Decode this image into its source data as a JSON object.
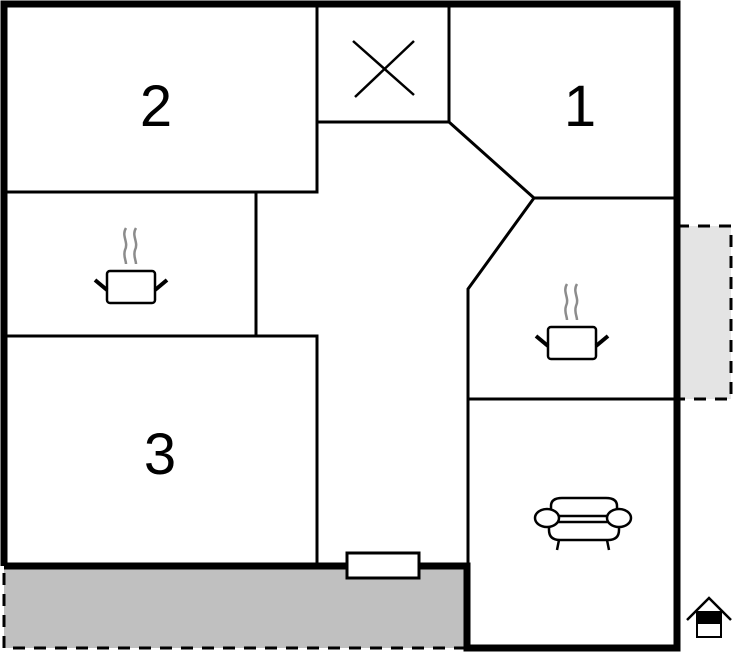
{
  "floorplan": {
    "rooms": [
      {
        "id": "bedroom-2",
        "label": "2"
      },
      {
        "id": "bedroom-1",
        "label": "1"
      },
      {
        "id": "bedroom-3",
        "label": "3"
      },
      {
        "id": "bathroom",
        "icon": "toilet-cross-icon"
      },
      {
        "id": "kitchen-left",
        "icon": "cooking-pot-icon"
      },
      {
        "id": "kitchen-right",
        "icon": "cooking-pot-icon"
      },
      {
        "id": "living-room",
        "icon": "sofa-icon"
      }
    ],
    "outdoor_areas": [
      {
        "id": "terrace-bottom",
        "fill": "#c0c0c0"
      },
      {
        "id": "terrace-right",
        "fill": "#e4e4e4"
      }
    ],
    "entrance_icon": "house-entrance-icon",
    "colors": {
      "wall": "#000000",
      "steam": "#8c8c8c",
      "background": "#ffffff"
    }
  }
}
